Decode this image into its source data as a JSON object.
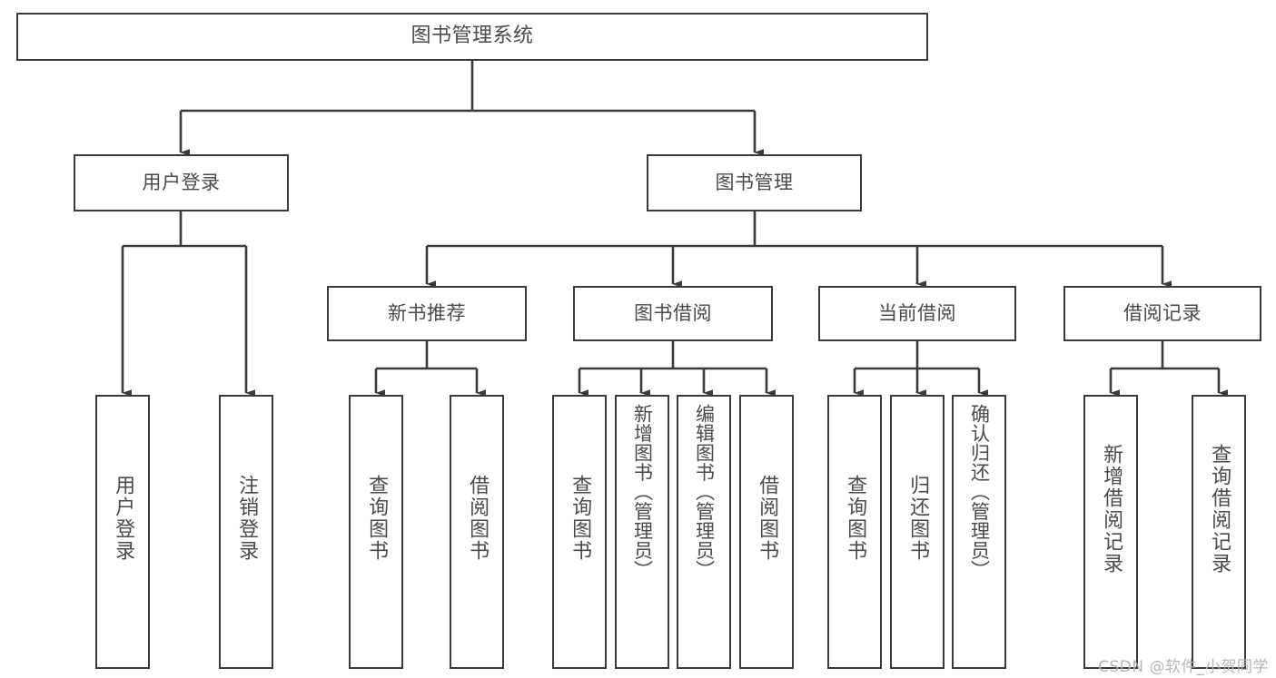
{
  "diagram": {
    "title": "图书管理系统",
    "watermark": "CSDN @软件_小贺同学",
    "stroke_color": "#3a3a3a",
    "text_color": "#4a4a4a",
    "background_color": "#ffffff",
    "root": {
      "label": "图书管理系统"
    },
    "level2": [
      {
        "label": "用户登录"
      },
      {
        "label": "图书管理"
      }
    ],
    "level3": [
      {
        "label": "新书推荐"
      },
      {
        "label": "图书借阅"
      },
      {
        "label": "当前借阅"
      },
      {
        "label": "借阅记录"
      }
    ],
    "leaves": {
      "user_login": [
        {
          "label": "用户登录"
        },
        {
          "label": "注销登录"
        }
      ],
      "new_book_recommend": [
        {
          "label": "查询图书"
        },
        {
          "label": "借阅图书"
        }
      ],
      "book_borrow": [
        {
          "label": "查询图书"
        },
        {
          "label": "新增图书（管理员）"
        },
        {
          "label": "编辑图书（管理员）"
        },
        {
          "label": "借阅图书"
        }
      ],
      "current_borrow": [
        {
          "label": "查询图书"
        },
        {
          "label": "归还图书"
        },
        {
          "label": "确认归还（管理员）"
        }
      ],
      "borrow_record": [
        {
          "label": "新增借阅记录"
        },
        {
          "label": "查询借阅记录"
        }
      ]
    }
  }
}
